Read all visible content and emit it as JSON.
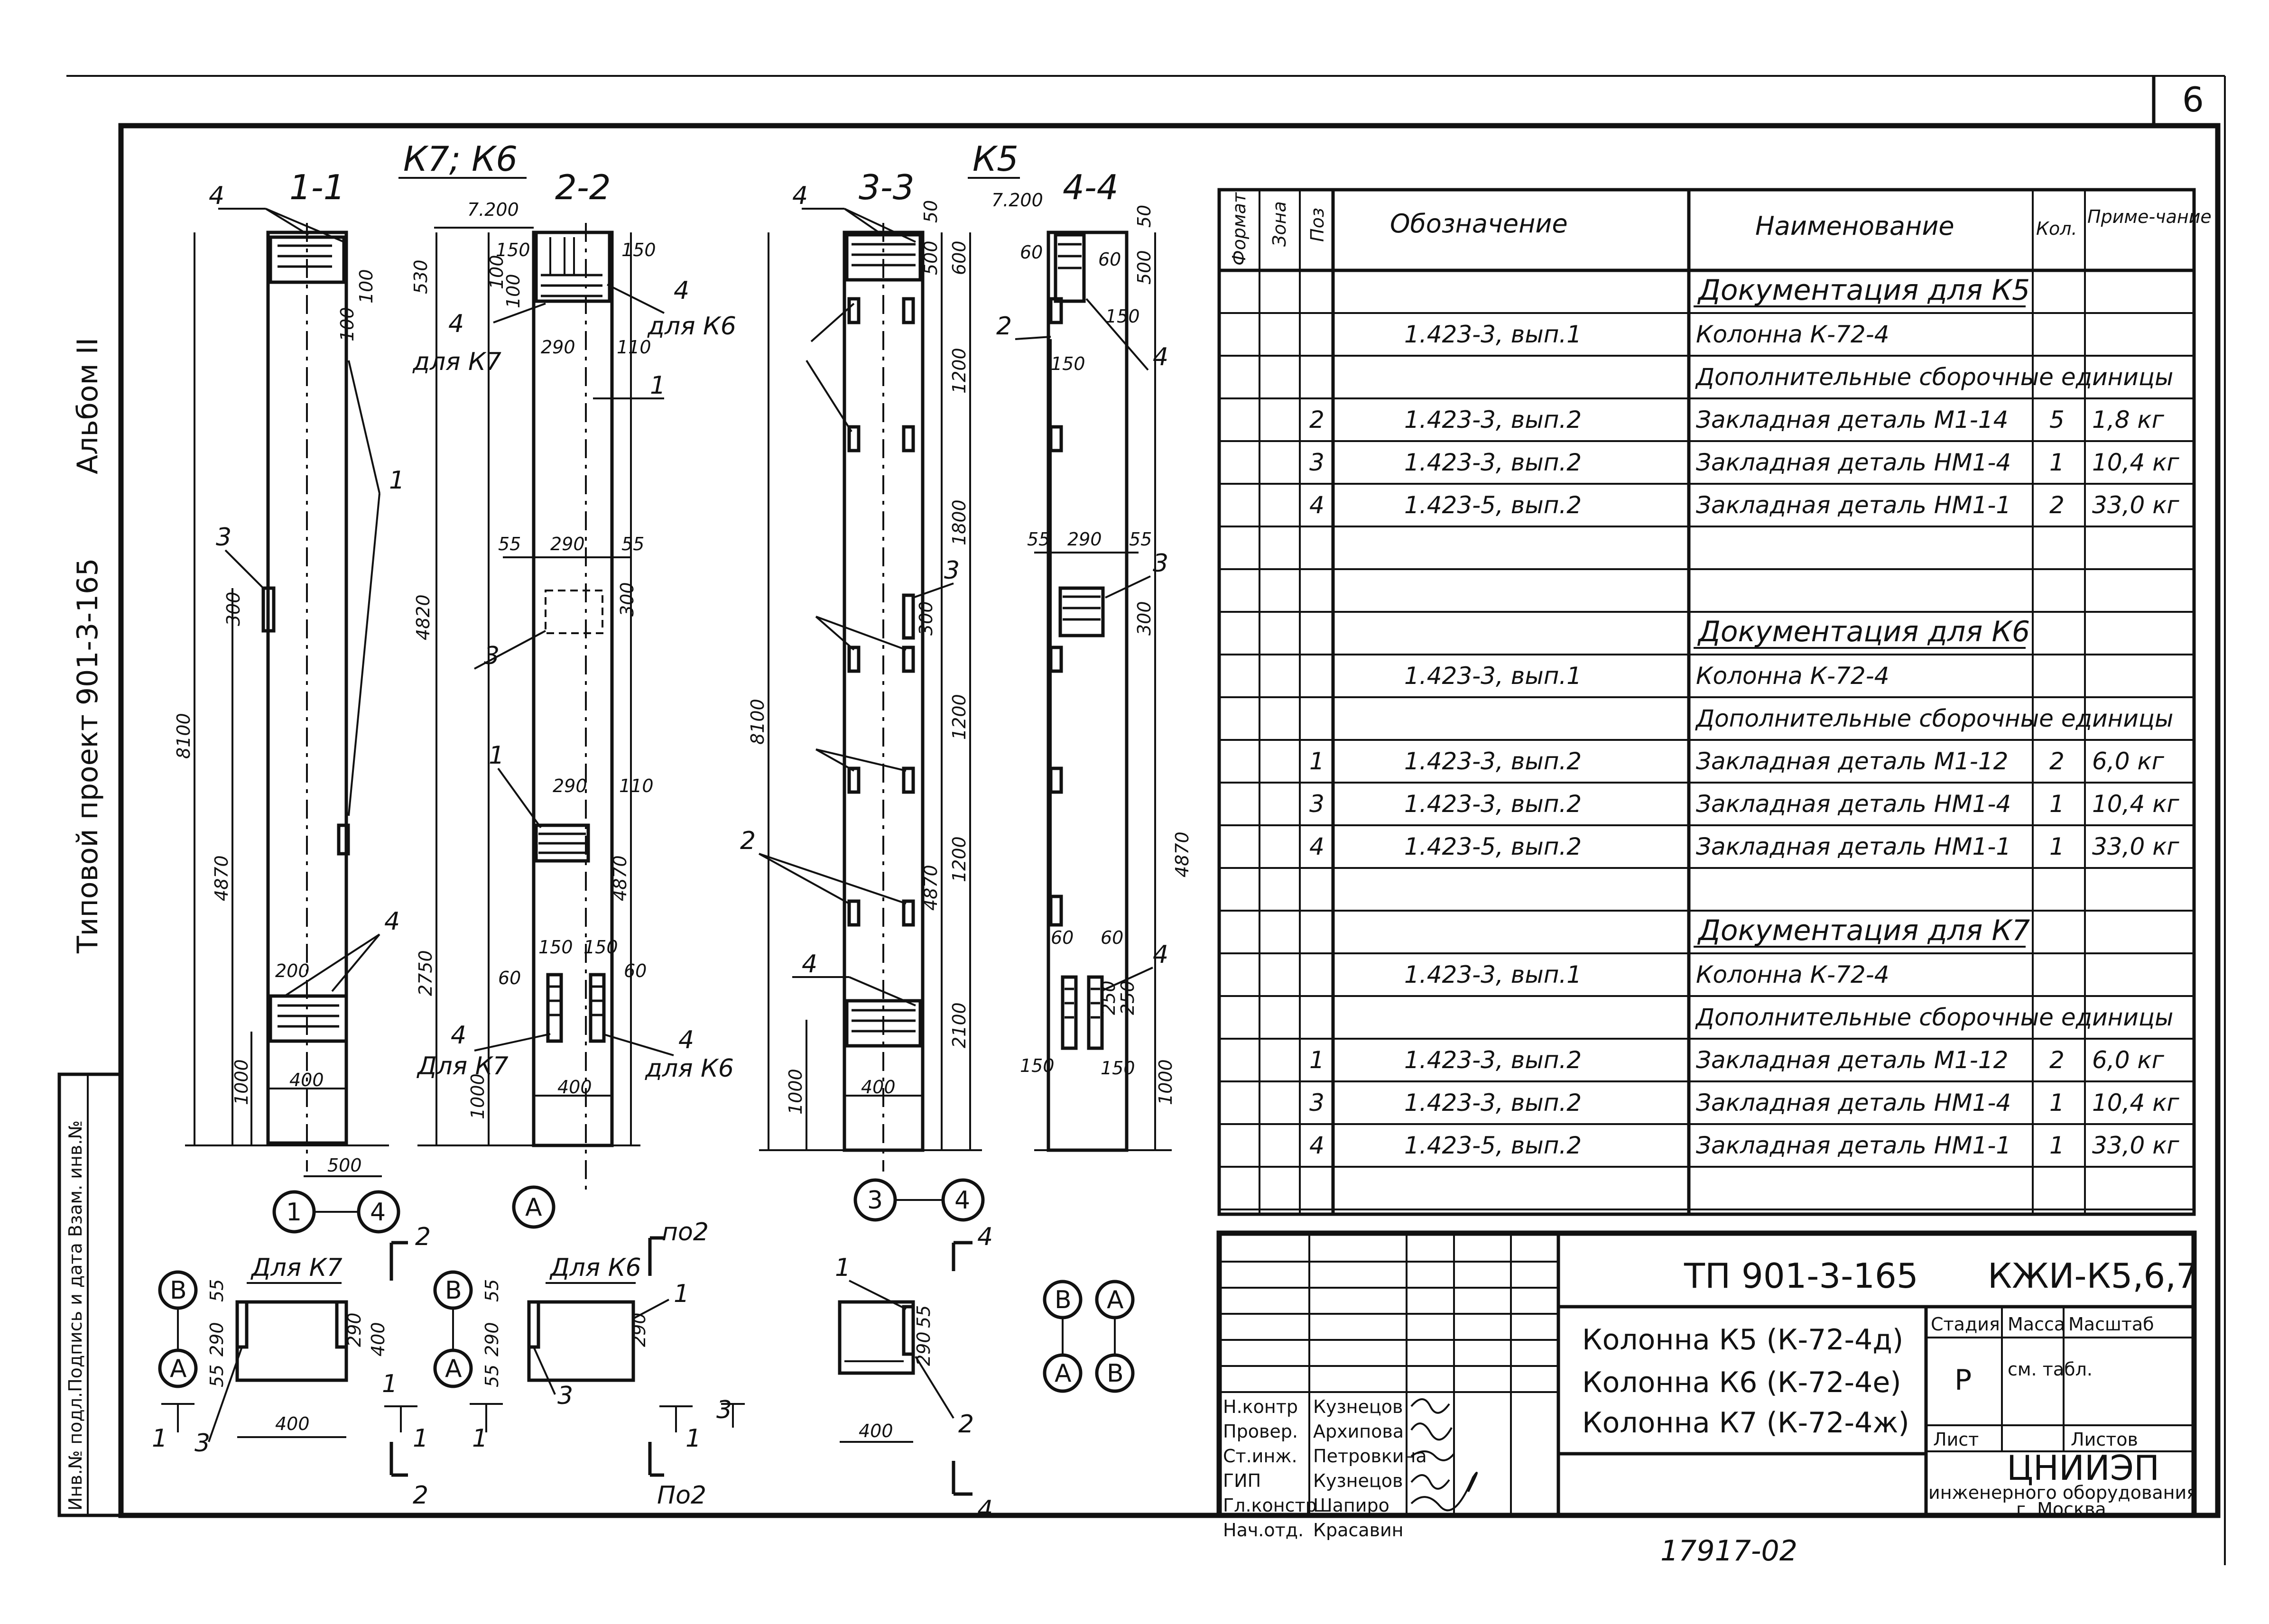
{
  "sheet": {
    "page_number": "6",
    "drawing_code": "17917-02"
  },
  "side": {
    "vertical_title": "Типовой проект 901-3-165",
    "album": "Альбом II",
    "stamp_label": "Инв.№ подл.Подпись и дата Взам. инв.№"
  },
  "drawing": {
    "group_k7k6": "К7; К6",
    "group_k5": "К5",
    "sections": [
      "1-1",
      "2-2",
      "3-3",
      "4-4"
    ],
    "levels": [
      "7.200",
      "7.200"
    ],
    "dims": {
      "d8100": "8100",
      "d4870": "4870",
      "d4820": "4820",
      "d2750": "2750",
      "d1000": "1000",
      "d400": "400",
      "d500": "500",
      "d530": "530",
      "d100": "100",
      "d150": "150",
      "d290": "290",
      "d55": "55",
      "d300": "300",
      "d200": "200",
      "d110": "110",
      "d60": "60",
      "d600": "600",
      "d50": "50",
      "d1200": "1200",
      "d1800": "1800",
      "d2100": "2100",
      "d250": "250"
    },
    "positions": [
      "1",
      "2",
      "3",
      "4"
    ],
    "notes": {
      "for_k7": "для К7",
      "for_k6": "для К6",
      "for_k7_cap": "Для К7",
      "for_k6_cap": "Для К6",
      "po2": "по2",
      "Po2": "По2"
    },
    "axes": [
      "1",
      "4",
      "А",
      "3",
      "4",
      "В",
      "А",
      "В",
      "А",
      "В",
      "А",
      "А",
      "В"
    ]
  },
  "spec": {
    "headers": {
      "format": "Формат",
      "zone": "Зона",
      "pos": "Поз",
      "designation": "Обозначение",
      "name": "Наименование",
      "qty": "Кол.",
      "note": "Приме-чание"
    },
    "rows": [
      {
        "pos": "",
        "des": "",
        "name": "Документация для К5",
        "qty": "",
        "note": "",
        "kind": "section"
      },
      {
        "pos": "",
        "des": "1.423-3, вып.1",
        "name": "Колонна  К-72-4",
        "qty": "",
        "note": "",
        "kind": "item"
      },
      {
        "pos": "",
        "des": "",
        "name": "Дополнительные сборочные единицы",
        "qty": "",
        "note": "",
        "kind": "sub"
      },
      {
        "pos": "2",
        "des": "1.423-3, вып.2",
        "name": "Закладная деталь   М1-14",
        "qty": "5",
        "note": "1,8 кг",
        "kind": "item"
      },
      {
        "pos": "3",
        "des": "1.423-3, вып.2",
        "name": "Закладная деталь   НМ1-4",
        "qty": "1",
        "note": "10,4 кг",
        "kind": "item"
      },
      {
        "pos": "4",
        "des": "1.423-5, вып.2",
        "name": "Закладная деталь   НМ1-1",
        "qty": "2",
        "note": "33,0 кг",
        "kind": "item"
      },
      {
        "pos": "",
        "des": "",
        "name": "",
        "qty": "",
        "note": "",
        "kind": "blank"
      },
      {
        "pos": "",
        "des": "",
        "name": "",
        "qty": "",
        "note": "",
        "kind": "blank"
      },
      {
        "pos": "",
        "des": "",
        "name": "Документация для К6",
        "qty": "",
        "note": "",
        "kind": "section"
      },
      {
        "pos": "",
        "des": "1.423-3, вып.1",
        "name": "Колонна  К-72-4",
        "qty": "",
        "note": "",
        "kind": "item"
      },
      {
        "pos": "",
        "des": "",
        "name": "Дополнительные сборочные единицы",
        "qty": "",
        "note": "",
        "kind": "sub"
      },
      {
        "pos": "1",
        "des": "1.423-3, вып.2",
        "name": "Закладная деталь   М1-12",
        "qty": "2",
        "note": "6,0 кг",
        "kind": "item"
      },
      {
        "pos": "3",
        "des": "1.423-3, вып.2",
        "name": "Закладная деталь   НМ1-4",
        "qty": "1",
        "note": "10,4 кг",
        "kind": "item"
      },
      {
        "pos": "4",
        "des": "1.423-5, вып.2",
        "name": "Закладная деталь   НМ1-1",
        "qty": "1",
        "note": "33,0 кг",
        "kind": "item"
      },
      {
        "pos": "",
        "des": "",
        "name": "",
        "qty": "",
        "note": "",
        "kind": "blank"
      },
      {
        "pos": "",
        "des": "",
        "name": "Документация для К7",
        "qty": "",
        "note": "",
        "kind": "section"
      },
      {
        "pos": "",
        "des": "1.423-3, вып.1",
        "name": "Колонна  К-72-4",
        "qty": "",
        "note": "",
        "kind": "item"
      },
      {
        "pos": "",
        "des": "",
        "name": "Дополнительные сборочные единицы",
        "qty": "",
        "note": "",
        "kind": "sub"
      },
      {
        "pos": "1",
        "des": "1.423-3, вып.2",
        "name": "Закладная деталь   М1-12",
        "qty": "2",
        "note": "6,0 кг",
        "kind": "item"
      },
      {
        "pos": "3",
        "des": "1.423-3, вып.2",
        "name": "Закладная деталь   НМ1-4",
        "qty": "1",
        "note": "10,4 кг",
        "kind": "item"
      },
      {
        "pos": "4",
        "des": "1.423-5, вып.2",
        "name": "Закладная деталь   НМ1-1",
        "qty": "1",
        "note": "33,0 кг",
        "kind": "item"
      },
      {
        "pos": "",
        "des": "",
        "name": "",
        "qty": "",
        "note": "",
        "kind": "blank"
      }
    ]
  },
  "title_block": {
    "project": "ТП 901-3-165",
    "code": "КЖИ-К5,6,7",
    "titles": [
      "Колонна К5 (К-72-4д)",
      "Колонна К6 (К-72-4е)",
      "Колонна К7 (К-72-4ж)"
    ],
    "stage_label": "Стадия",
    "mass_label": "Масса",
    "scale_label": "Масштаб",
    "stage": "Р",
    "mass": "см. табл.",
    "sheet_label": "Лист",
    "sheets_label": "Листов",
    "org": "ЦНИИЭП",
    "org_sub": "инженерного оборудования",
    "city": "г. Москва",
    "signers": [
      {
        "role": "Н.контр",
        "name": "Кузнецов"
      },
      {
        "role": "Провер.",
        "name": "Архипова"
      },
      {
        "role": "Ст.инж.",
        "name": "Петровкина"
      },
      {
        "role": "ГИП",
        "name": "Кузнецов"
      },
      {
        "role": "Гл.констр",
        "name": "Шапиро"
      },
      {
        "role": "Нач.отд.",
        "name": "Красавин"
      }
    ]
  }
}
